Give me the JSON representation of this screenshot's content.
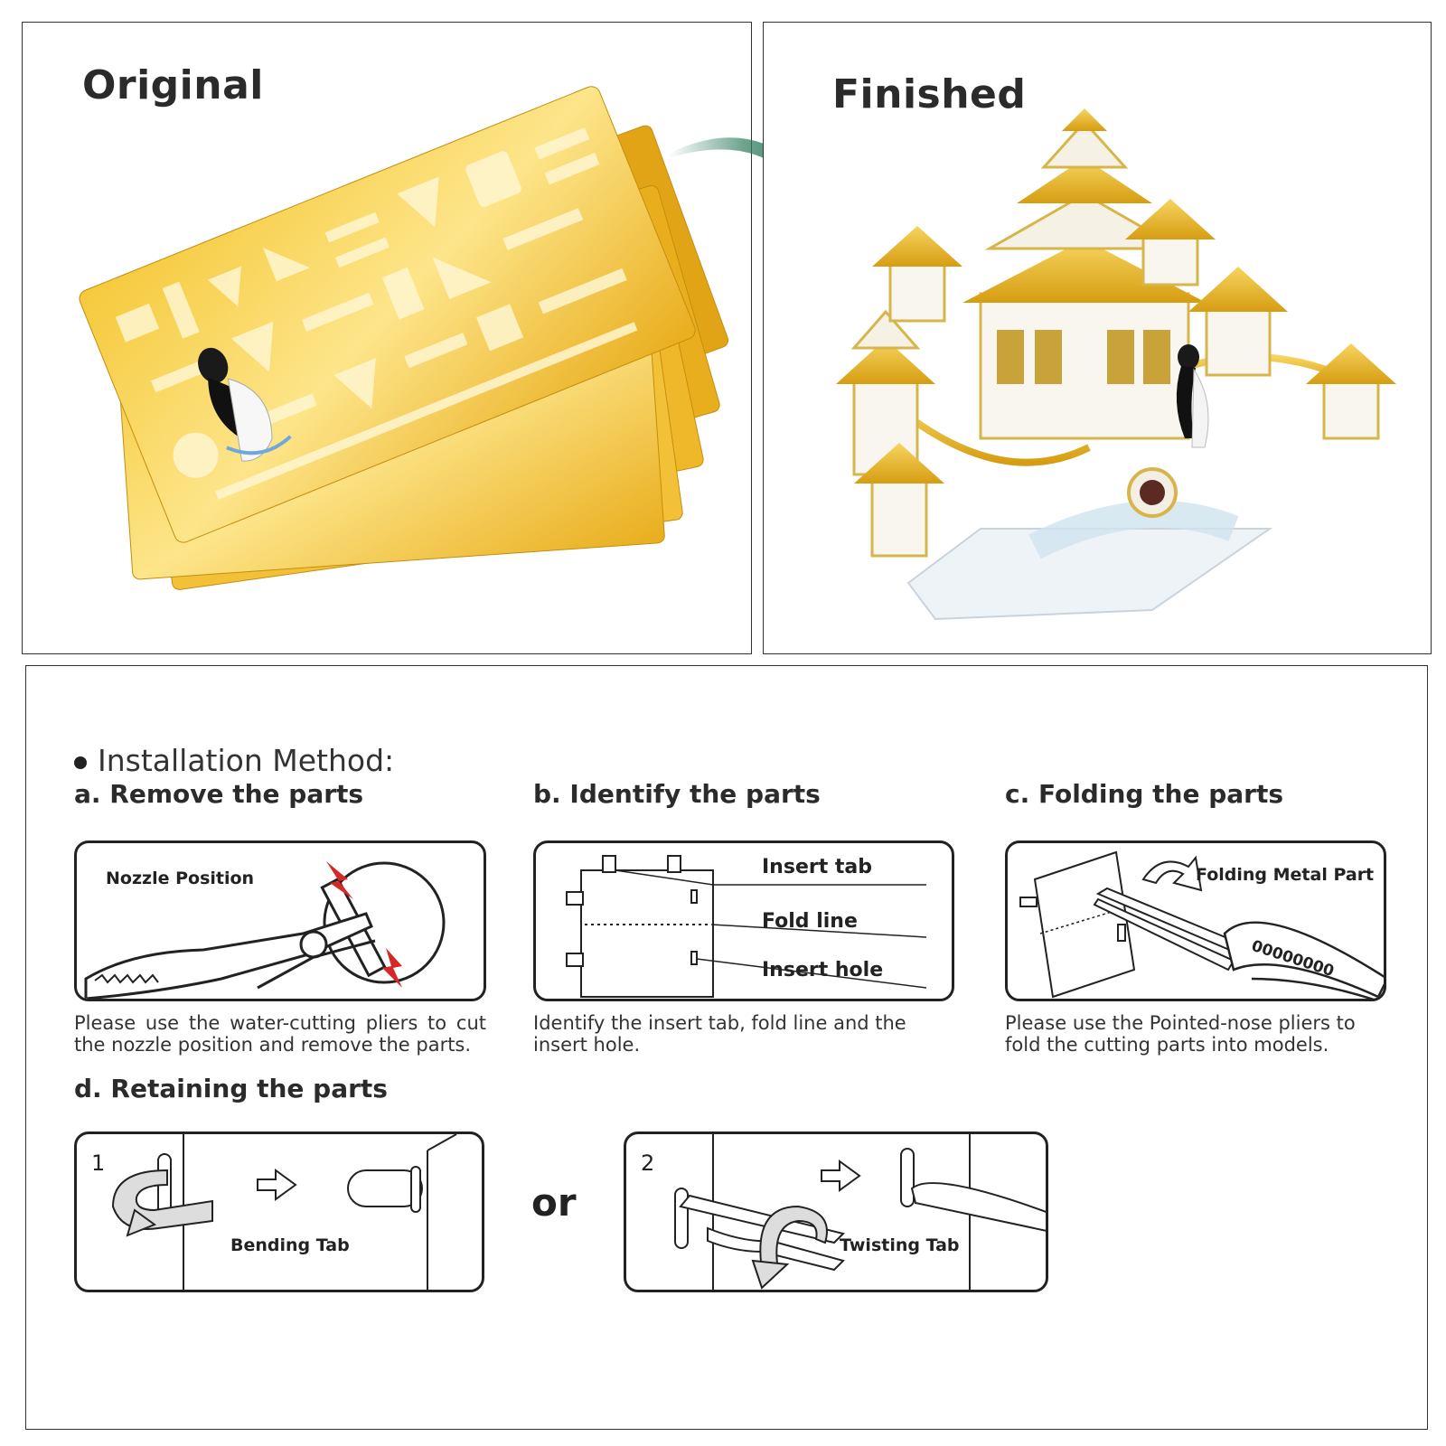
{
  "top": {
    "original_title": "Original",
    "finished_title": "Finished",
    "arrow_color": "#2e7d5e",
    "gold_color": "#e8b923"
  },
  "method": {
    "heading": "Installation Method:",
    "step_a": {
      "title": "a. Remove the parts",
      "label": "Nozzle Position",
      "desc": "Please use the water-cutting pliers to cut the nozzle position and remove the parts."
    },
    "step_b": {
      "title": "b. Identify the parts",
      "labels": [
        "Insert tab",
        "Fold line",
        "Insert hole"
      ],
      "desc": "Identify the insert tab, fold line and the insert hole."
    },
    "step_c": {
      "title": "c. Folding the parts",
      "label": "Folding Metal Part",
      "pliers_text": "00000000",
      "desc": "Please use the Pointed-nose pliers to fold the cutting parts into models."
    },
    "step_d": {
      "title": "d. Retaining the parts",
      "option1": {
        "num": "1",
        "label": "Bending Tab"
      },
      "or_text": "or",
      "option2": {
        "num": "2",
        "label": "Twisting Tab"
      }
    }
  }
}
